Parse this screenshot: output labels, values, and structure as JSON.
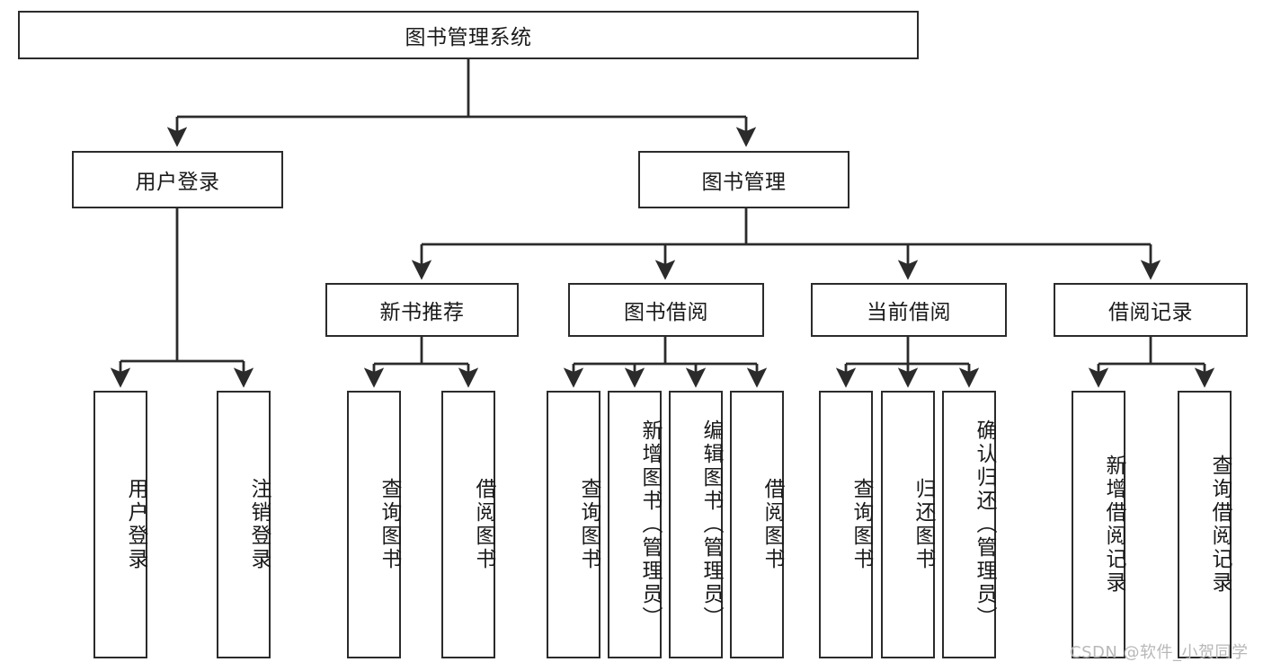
{
  "diagram": {
    "title": "图书管理系统",
    "root": {
      "label": "图书管理系统"
    },
    "level2": [
      {
        "label": "用户登录"
      },
      {
        "label": "图书管理"
      }
    ],
    "level3": [
      {
        "label": "新书推荐"
      },
      {
        "label": "图书借阅"
      },
      {
        "label": "当前借阅"
      },
      {
        "label": "借阅记录"
      }
    ],
    "leaves": {
      "user_login": [
        {
          "label": "用户登录"
        },
        {
          "label": "注销登录"
        }
      ],
      "new_book_recommend": [
        {
          "label": "查询图书"
        },
        {
          "label": "借阅图书"
        }
      ],
      "book_borrow": [
        {
          "label": "查询图书"
        },
        {
          "label": "新增图书（管理员）"
        },
        {
          "label": "编辑图书（管理员）"
        },
        {
          "label": "借阅图书"
        }
      ],
      "current_borrow": [
        {
          "label": "查询图书"
        },
        {
          "label": "归还图书"
        },
        {
          "label": "确认归还（管理员）"
        }
      ],
      "borrow_record": [
        {
          "label": "新增借阅记录"
        },
        {
          "label": "查询借阅记录"
        }
      ]
    }
  },
  "watermark": {
    "text": "CSDN @软件_小贺同学"
  },
  "colors": {
    "stroke": "#2b2b2b",
    "background": "#ffffff",
    "text": "#1a1a1a",
    "watermark": "#b8b8b8"
  }
}
